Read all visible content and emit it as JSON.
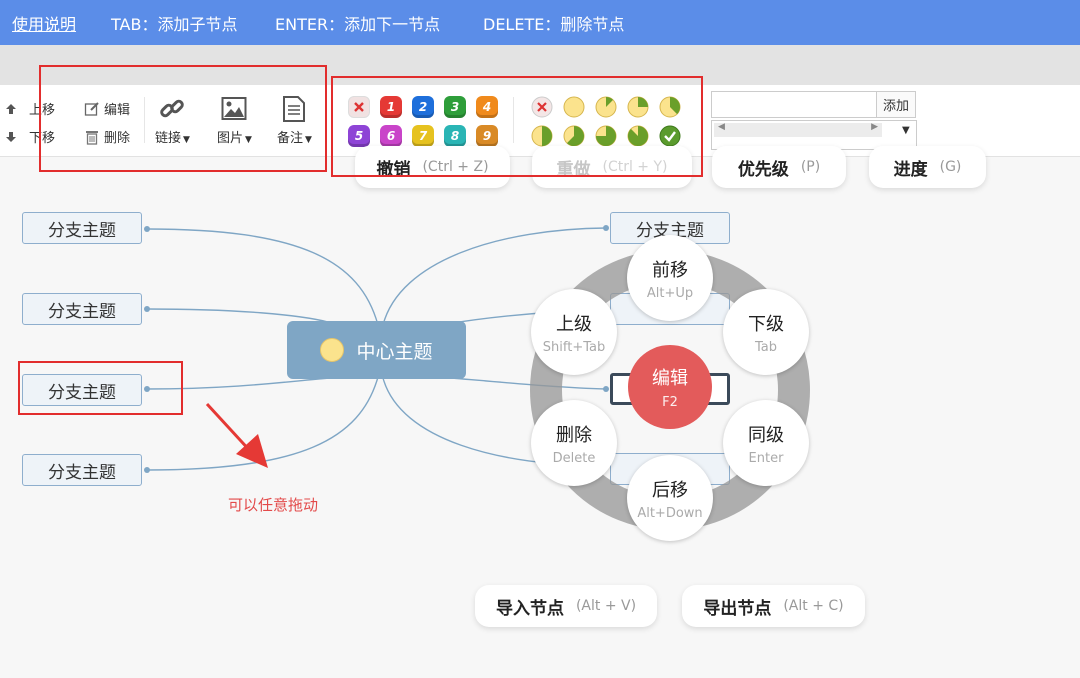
{
  "header": {
    "help": "使用说明",
    "tab_hint": "TAB：添加子节点",
    "enter_hint": "ENTER：添加下一节点",
    "delete_hint": "DELETE：删除节点"
  },
  "toolbar": {
    "move_up": "上移",
    "move_down": "下移",
    "edit": "编辑",
    "delete": "删除",
    "link": "链接",
    "image": "图片",
    "note": "备注",
    "add_button": "添加",
    "add_input_value": "",
    "priorities": [
      "1",
      "2",
      "3",
      "4",
      "5",
      "6",
      "7",
      "8",
      "9"
    ],
    "priority_colors": [
      "#e53935",
      "#1e6fdb",
      "#2e9e3a",
      "#f08a1c",
      "#8e44d6",
      "#c944c9",
      "#e6c21f",
      "#2ab5b5",
      "#d98a26"
    ],
    "progress_levels": [
      "0%",
      "12.5%",
      "25%",
      "37.5%",
      "50%",
      "62.5%",
      "75%",
      "87.5%",
      "100%"
    ]
  },
  "commands": {
    "undo": {
      "label": "撤销",
      "shortcut": "(Ctrl + Z)"
    },
    "redo": {
      "label": "重做",
      "shortcut": "(Ctrl + Y)"
    },
    "priority": {
      "label": "优先级",
      "shortcut": "(P)"
    },
    "progress": {
      "label": "进度",
      "shortcut": "(G)"
    },
    "import": {
      "label": "导入节点",
      "shortcut": "(Alt + V)"
    },
    "export": {
      "label": "导出节点",
      "shortcut": "(Alt + C)"
    }
  },
  "mindmap": {
    "center": "中心主题",
    "branch": "分支主题"
  },
  "radial_menu": {
    "edit": {
      "label": "编辑",
      "shortcut": "F2"
    },
    "move_forward": {
      "label": "前移",
      "shortcut": "Alt+Up"
    },
    "move_back": {
      "label": "后移",
      "shortcut": "Alt+Down"
    },
    "parent": {
      "label": "上级",
      "shortcut": "Shift+Tab"
    },
    "child": {
      "label": "下级",
      "shortcut": "Tab"
    },
    "remove": {
      "label": "删除",
      "shortcut": "Delete"
    },
    "sibling": {
      "label": "同级",
      "shortcut": "Enter"
    }
  },
  "annotation": "可以任意拖动",
  "colors": {
    "header_bg": "#5b8de8",
    "center_node": "#7fa6c5",
    "radial_center": "#e35b5b",
    "highlight_box": "#e22d2d"
  }
}
